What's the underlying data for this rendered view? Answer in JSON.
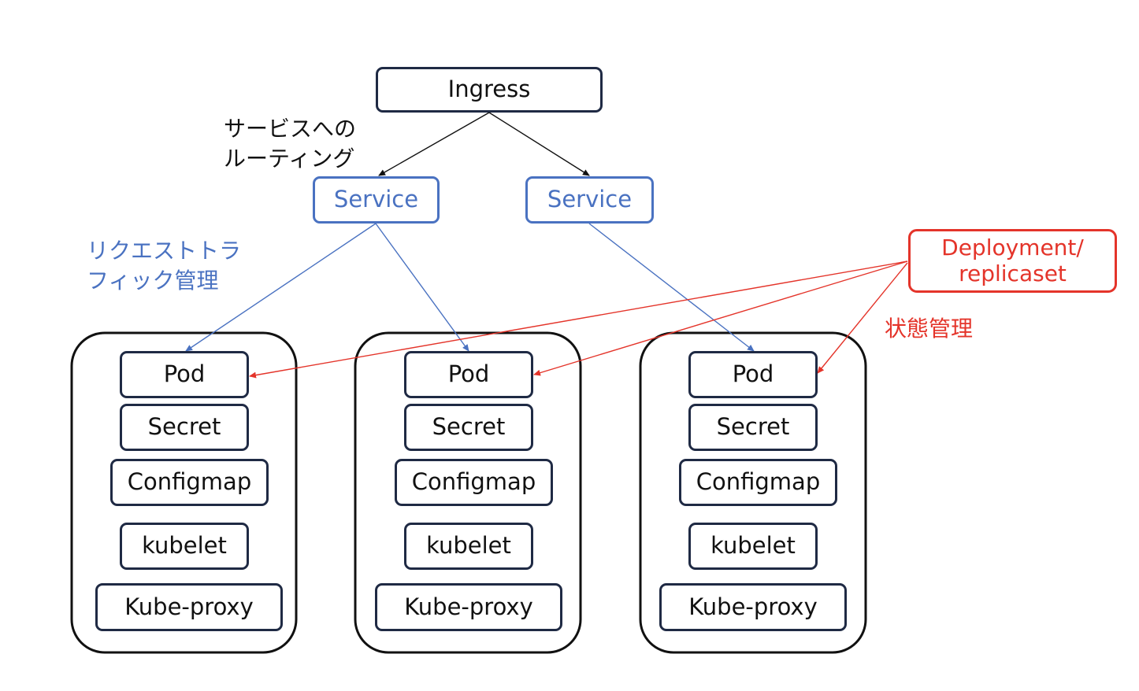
{
  "colors": {
    "dark": "#1f2a44",
    "blue": "#4a72c1",
    "red": "#e4342a",
    "text": "#111111"
  },
  "ingress": {
    "label": "Ingress"
  },
  "services": [
    {
      "label": "Service"
    },
    {
      "label": "Service"
    }
  ],
  "deployment": {
    "line1": "Deployment/",
    "line2": "replicaset"
  },
  "annotations": {
    "routing": {
      "line1": "サービスへの",
      "line2": "ルーティング"
    },
    "traffic": {
      "line1": "リクエストトラ",
      "line2": "フィック管理"
    },
    "state": "状態管理"
  },
  "nodes": [
    {
      "pod": "Pod",
      "secret": "Secret",
      "configmap": "Configmap",
      "kubelet": "kubelet",
      "kube_proxy": "Kube-proxy"
    },
    {
      "pod": "Pod",
      "secret": "Secret",
      "configmap": "Configmap",
      "kubelet": "kubelet",
      "kube_proxy": "Kube-proxy"
    },
    {
      "pod": "Pod",
      "secret": "Secret",
      "configmap": "Configmap",
      "kubelet": "kubelet",
      "kube_proxy": "Kube-proxy"
    }
  ]
}
